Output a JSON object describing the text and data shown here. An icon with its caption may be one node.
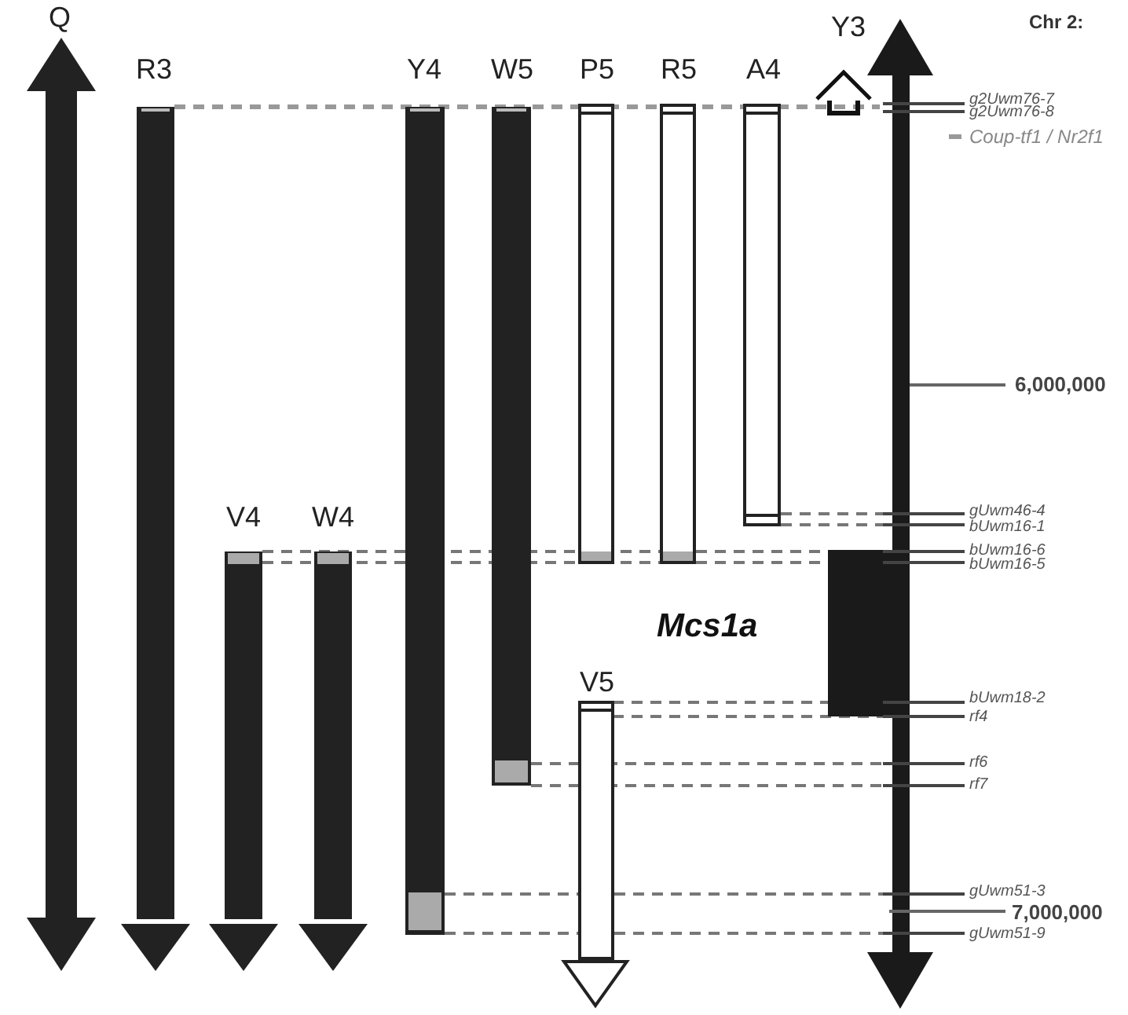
{
  "diagram": {
    "labels": [
      "Q",
      "R3",
      "Y4",
      "W5",
      "P5",
      "R5",
      "A4",
      "Y3",
      "Chr 2:",
      "g2Uwm76-7",
      "g2Uwm76-8",
      "Coup-tf1 / Nr2f1",
      "6,000,000",
      "gUwm46-4",
      "bUwm16-1",
      "V4",
      "W4",
      "bUwm16-6",
      "bUwm16-5",
      "Mcs1a",
      "V5",
      "bUwm18-2",
      "rf4",
      "rf6",
      "rf7",
      "gUwm51-3",
      "7,000,000",
      "gUwm51-9"
    ]
  }
}
